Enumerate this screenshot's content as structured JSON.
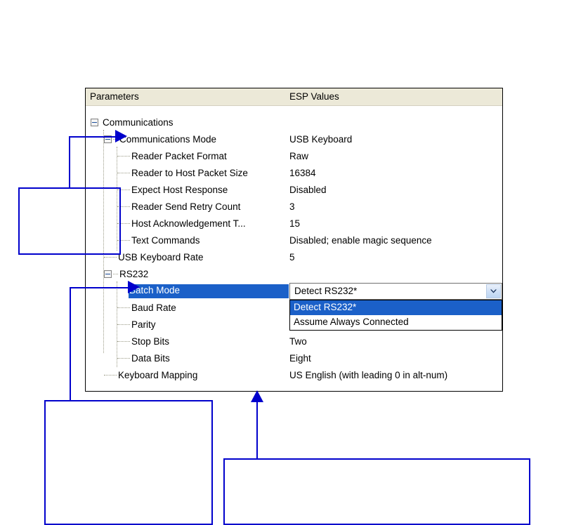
{
  "panel": {
    "headers": {
      "parameters": "Parameters",
      "values": "ESP Values"
    },
    "rows": [
      {
        "label": "Communications",
        "value": "",
        "indent": 0,
        "expander": true
      },
      {
        "label": "Communications Mode",
        "value": "USB Keyboard",
        "indent": 1,
        "expander": true
      },
      {
        "label": "Reader Packet Format",
        "value": "Raw",
        "indent": 2,
        "expander": false
      },
      {
        "label": "Reader to Host Packet Size",
        "value": "16384",
        "indent": 2,
        "expander": false
      },
      {
        "label": "Expect Host Response",
        "value": "Disabled",
        "indent": 2,
        "expander": false
      },
      {
        "label": "Reader Send Retry Count",
        "value": "3",
        "indent": 2,
        "expander": false
      },
      {
        "label": "Host Acknowledgement T...",
        "value": "15",
        "indent": 2,
        "expander": false
      },
      {
        "label": "Text Commands",
        "value": "Disabled; enable magic sequence",
        "indent": 2,
        "expander": false
      },
      {
        "label": "USB Keyboard Rate",
        "value": "5",
        "indent": 1,
        "expander": false
      },
      {
        "label": "RS232",
        "value": "",
        "indent": 1,
        "expander": true
      },
      {
        "label": "Batch Mode",
        "value": "",
        "indent": 2,
        "expander": false,
        "selected": true
      },
      {
        "label": "Baud Rate",
        "value": "",
        "indent": 2,
        "expander": false
      },
      {
        "label": "Parity",
        "value": "",
        "indent": 2,
        "expander": false
      },
      {
        "label": "Stop Bits",
        "value": "Two",
        "indent": 2,
        "expander": false
      },
      {
        "label": "Data Bits",
        "value": "Eight",
        "indent": 2,
        "expander": false
      },
      {
        "label": "Keyboard Mapping",
        "value": "US English (with leading 0 in alt-num)",
        "indent": 1,
        "expander": false
      }
    ],
    "combobox": {
      "selected_value": "Detect RS232*",
      "dropdown_icon": "chevron-down-icon",
      "options": [
        {
          "label": "Detect RS232*",
          "highlighted": true
        },
        {
          "label": "Assume Always Connected",
          "highlighted": false
        }
      ]
    }
  },
  "annotations": {
    "accent_color": "#0000CC",
    "callouts": [
      {
        "name": "callout-communications-mode",
        "text": ""
      },
      {
        "name": "callout-batch-mode",
        "text": ""
      },
      {
        "name": "callout-dropdown",
        "text": ""
      }
    ],
    "arrows": [
      {
        "name": "arrow-to-communications-mode",
        "direction": "right"
      },
      {
        "name": "arrow-to-batch-mode",
        "direction": "right"
      },
      {
        "name": "arrow-to-panel-bottom",
        "direction": "up"
      }
    ]
  }
}
